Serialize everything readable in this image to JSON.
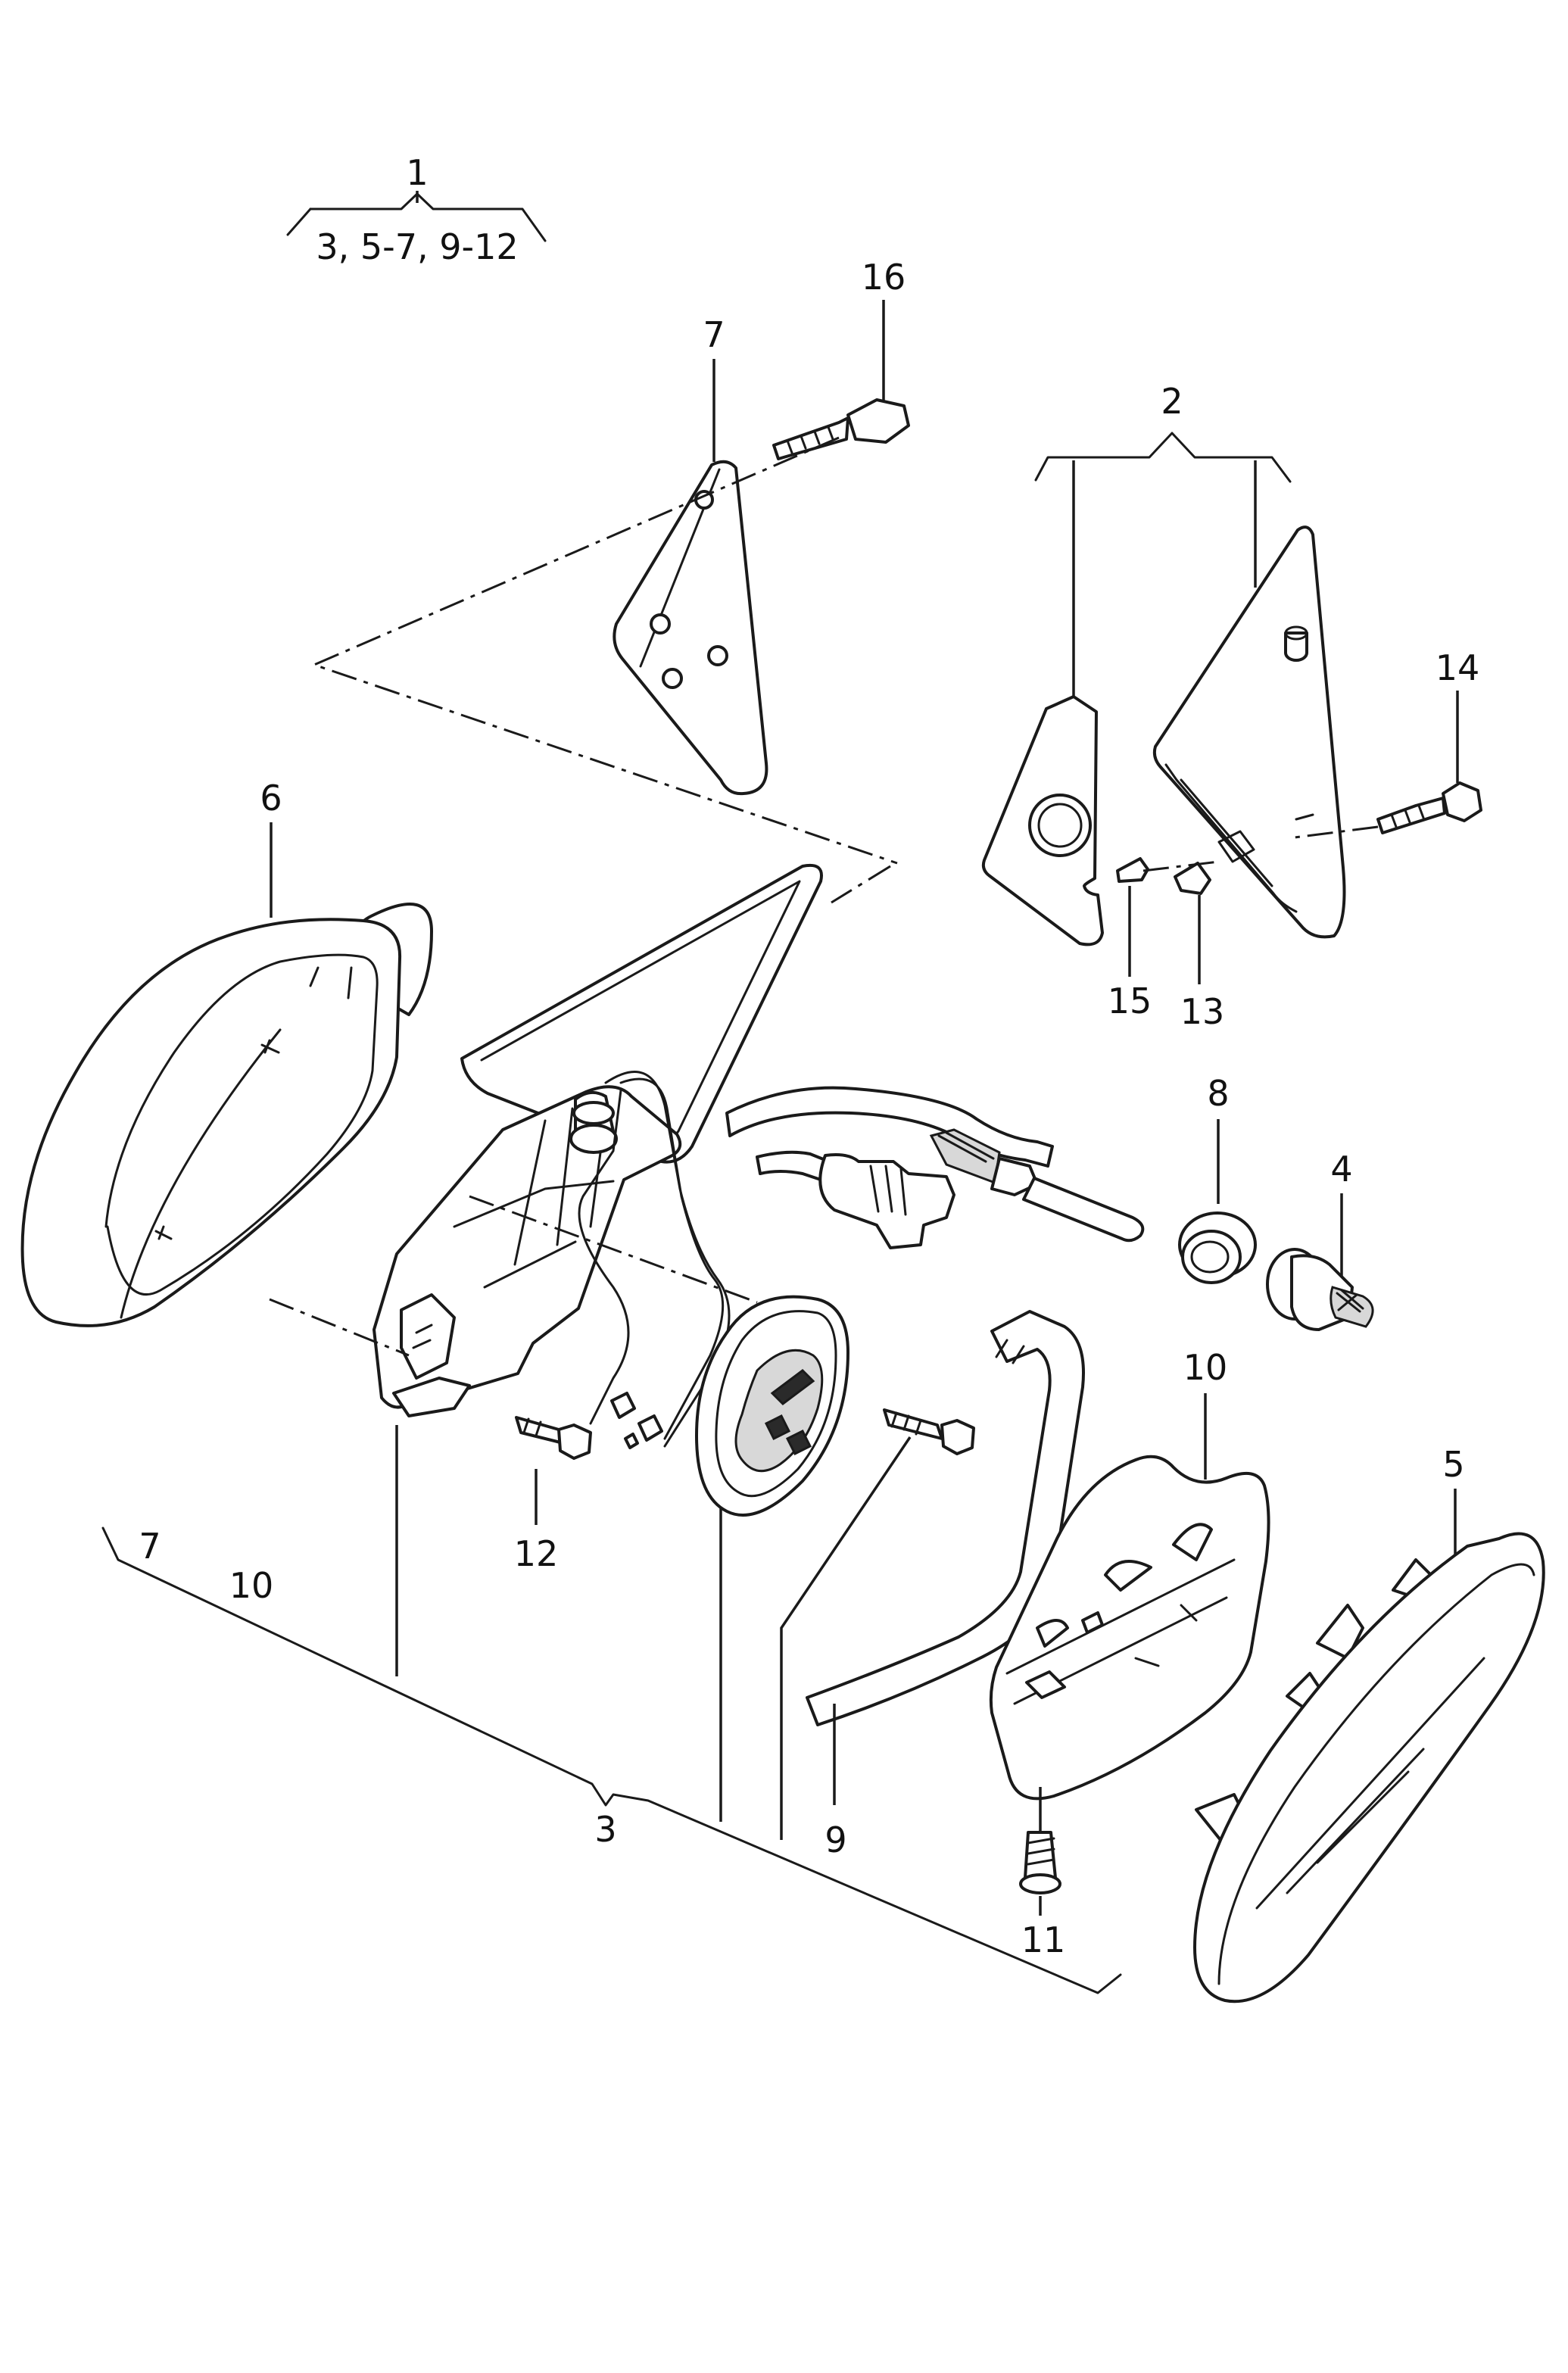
{
  "labels": {
    "l1": "1",
    "l1_sub": "3, 5-7, 9-12",
    "l2": "2",
    "l3": "3",
    "l3_sub_a": "7",
    "l3_sub_b": "10",
    "l4": "4",
    "l5": "5",
    "l6": "6",
    "l7": "7",
    "l8": "8",
    "l9": "9",
    "l10": "10",
    "l11": "11",
    "l12": "12",
    "l13": "13",
    "l14": "14",
    "l15": "15",
    "l16": "16"
  }
}
